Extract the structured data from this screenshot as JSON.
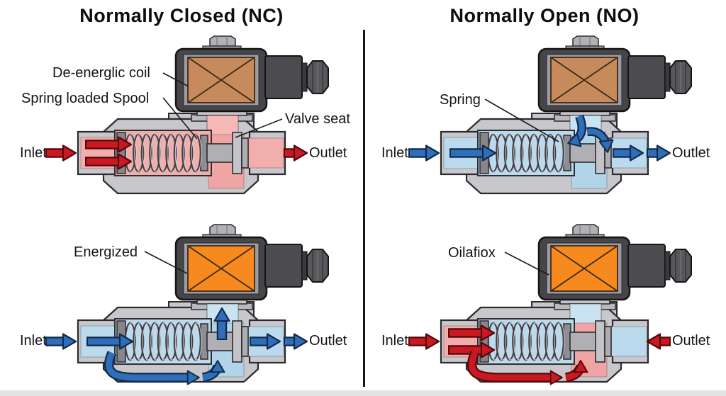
{
  "titles": {
    "left": "Normally Closed (NC)",
    "right": "Normally Open (NO)"
  },
  "panels": [
    {
      "name": "nc-deenergized",
      "callouts": {
        "coil": "De-energlic coil",
        "spool": "Spring loaded Spool",
        "seat": "Valve seat"
      },
      "inlet": "Inlet",
      "outlet": "Outlet",
      "valve": {
        "coil_color": "#c68a5c",
        "inlet_fill": "#f2aeac",
        "chamber_fill": "#f2aeac",
        "outlet_fill": "#f2aeac",
        "neck_fill": "#f5b8b6",
        "cavity_fill": "#efa5a3",
        "arrow_fill": "#c91a22",
        "arrow_stroke": "#58060b",
        "flows": [
          "inlet-label",
          "inlet-double",
          "outlet-label-right"
        ]
      }
    },
    {
      "name": "nc-energized",
      "callouts": {
        "coil": "Energized"
      },
      "inlet": "Inlet",
      "outlet": "Outlet",
      "valve": {
        "coil_color": "#f68a1e",
        "inlet_fill": "#bcdaed",
        "chamber_fill": "#bcdaed",
        "outlet_fill": "#bcdaed",
        "neck_fill": "#c9e3f3",
        "cavity_fill": "#b2d4e9",
        "arrow_fill": "#2e6fb8",
        "arrow_stroke": "#122a4e",
        "flows": [
          "inlet-label",
          "inlet-single",
          "bottom-sweep",
          "up-small",
          "up-neck",
          "outlet-straight",
          "outlet-label-right"
        ]
      }
    },
    {
      "name": "no-deenergized",
      "callouts": {
        "spring": "Spring"
      },
      "inlet": "Inlet",
      "outlet": "Outlet",
      "valve": {
        "coil_color": "#c68a5c",
        "inlet_fill": "#bcdaed",
        "chamber_fill": "#bcdaed",
        "outlet_fill": "#bcdaed",
        "neck_fill": "#c9e3f3",
        "cavity_fill": "#b2d4e9",
        "arrow_fill": "#2e6fb8",
        "arrow_stroke": "#122a4e",
        "flows": [
          "inlet-label",
          "inlet-single",
          "down-from-neck",
          "hook-over-spool",
          "outlet-straight",
          "outlet-label-right"
        ]
      }
    },
    {
      "name": "no-energized",
      "callouts": {
        "coil": "Oilafiox"
      },
      "inlet": "Inlet",
      "outlet": "Outlet",
      "valve": {
        "coil_color": "#f68a1e",
        "inlet_fill": "#f2aeac",
        "chamber_fill": "#bcdaed",
        "outlet_fill": "#bcdaed",
        "neck_fill": "#c9e3f3",
        "cavity_fill": "#efa5a3",
        "arrow_fill": "#c91a22",
        "arrow_stroke": "#58060b",
        "flows": [
          "inlet-label",
          "inlet-double",
          "bottom-sweep",
          "up-small",
          "outlet-label-left"
        ]
      }
    }
  ]
}
